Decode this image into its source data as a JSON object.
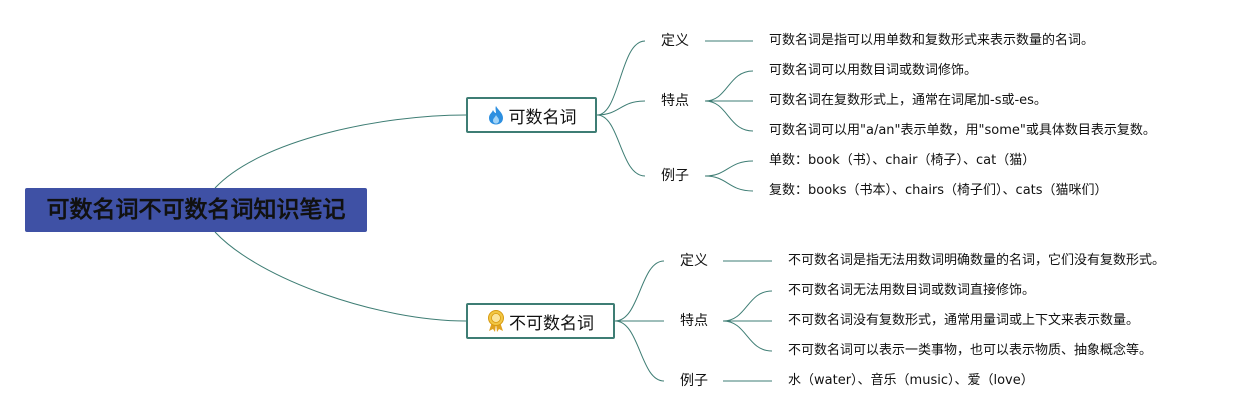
{
  "root": {
    "title": "可数名词不可数名词知识笔记"
  },
  "countable": {
    "title": "可数名词",
    "icon": "flame-icon",
    "definition": {
      "label": "定义",
      "items": [
        "可数名词是指可以用单数和复数形式来表示数量的名词。"
      ]
    },
    "features": {
      "label": "特点",
      "items": [
        "可数名词可以用数目词或数词修饰。",
        "可数名词在复数形式上，通常在词尾加-s或-es。",
        "可数名词可以用\"a/an\"表示单数，用\"some\"或具体数目表示复数。"
      ]
    },
    "examples": {
      "label": "例子",
      "items": [
        "单数：book（书）、chair（椅子）、cat（猫）",
        "复数：books（书本）、chairs（椅子们）、cats（猫咪们）"
      ]
    }
  },
  "uncountable": {
    "title": "不可数名词",
    "icon": "award-medal-icon",
    "definition": {
      "label": "定义",
      "items": [
        "不可数名词是指无法用数词明确数量的名词，它们没有复数形式。"
      ]
    },
    "features": {
      "label": "特点",
      "items": [
        "不可数名词无法用数目词或数词直接修饰。",
        "不可数名词没有复数形式，通常用量词或上下文来表示数量。",
        "不可数名词可以表示一类事物，也可以表示物质、抽象概念等。"
      ]
    },
    "examples": {
      "label": "例子",
      "items": [
        "水（water）、音乐（music）、爱（love）"
      ]
    }
  },
  "colors": {
    "root_bg": "#3f51a5",
    "topic_border": "#3e7d74",
    "line": "#3e7d74"
  }
}
